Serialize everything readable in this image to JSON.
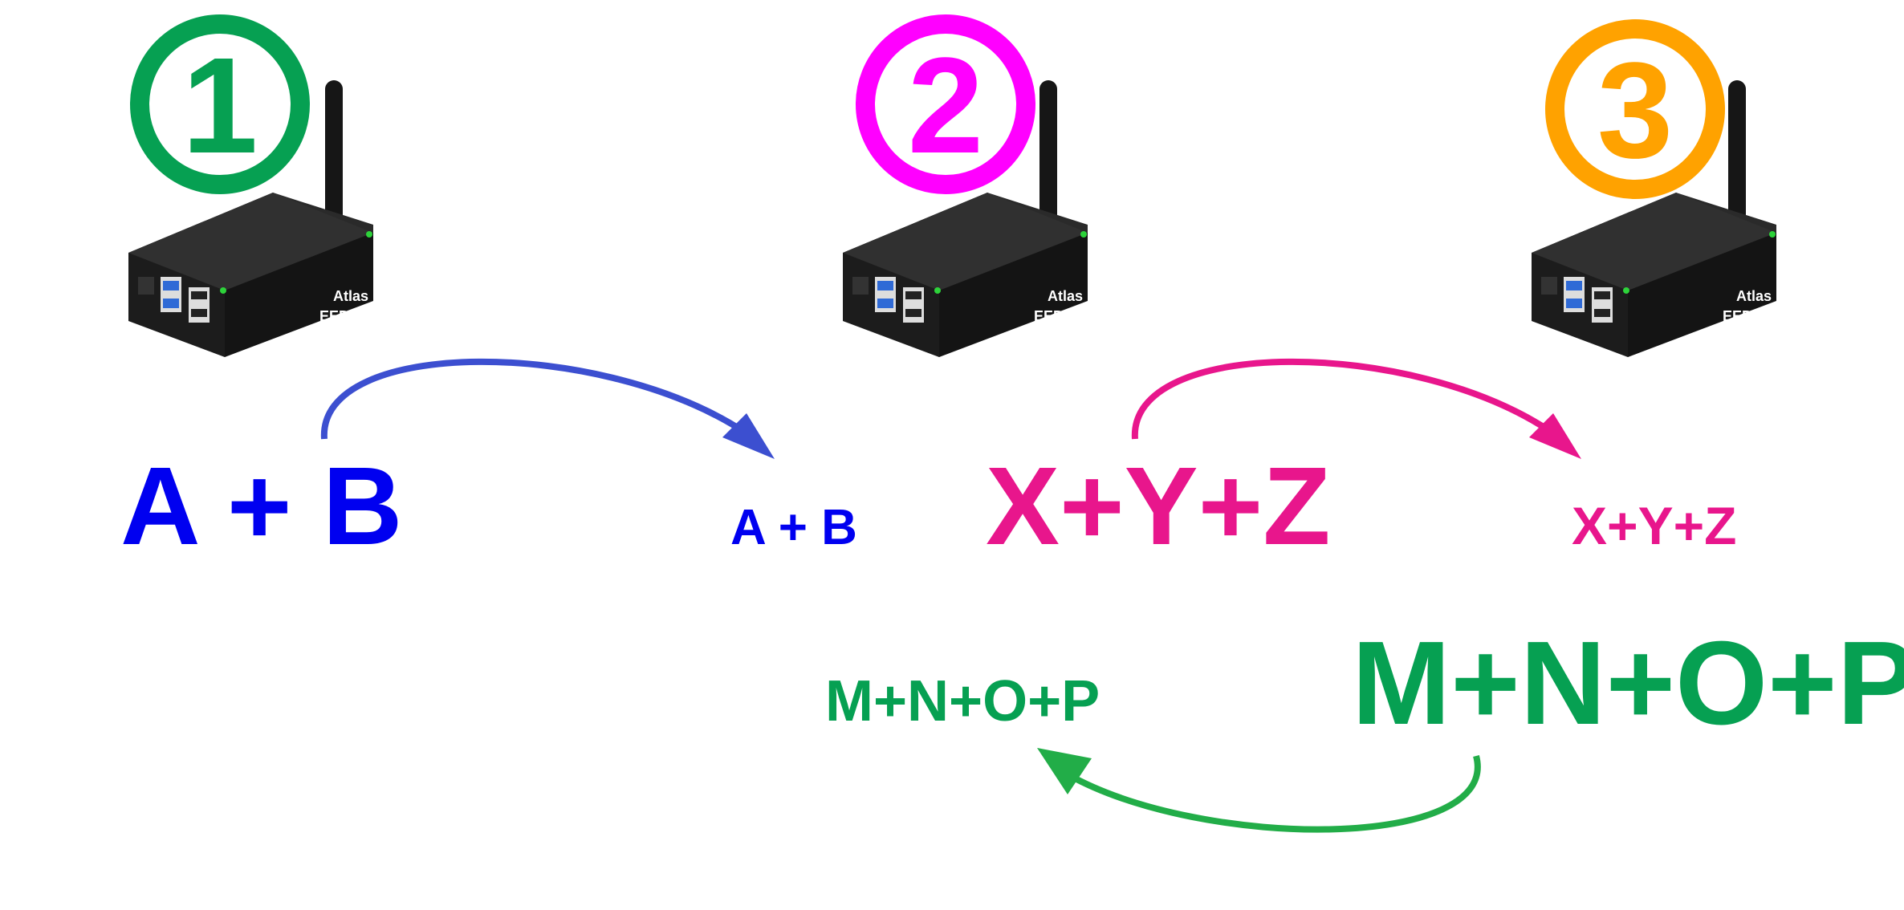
{
  "steps": [
    {
      "number": "1",
      "color": "#06a052",
      "box_logo_top": "Atlas",
      "box_logo_bottom": "EEDOM"
    },
    {
      "number": "2",
      "color": "#ff00ff",
      "box_logo_top": "Atlas",
      "box_logo_bottom": "EEDOM"
    },
    {
      "number": "3",
      "color": "#ffa200",
      "box_logo_top": "Atlas",
      "box_logo_bottom": "EEDOM"
    }
  ],
  "expressions": {
    "ab_large": "A + B",
    "ab_small": "A + B",
    "xyz_large": "X+Y+Z",
    "xyz_small": "X+Y+Z",
    "mnop_large": "M+N+O+P",
    "mnop_small": "M+N+O+P"
  },
  "colors": {
    "blue_text": "#0000f0",
    "blue_arrow": "#3c4fd0",
    "pink": "#e8168c",
    "green": "#06a052",
    "green_arrow": "#22ad48"
  }
}
